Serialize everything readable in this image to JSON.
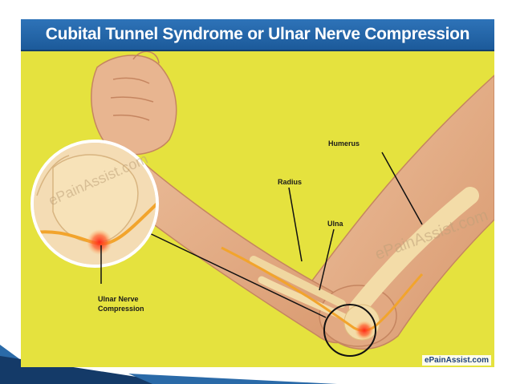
{
  "slide": {
    "title": "Cubital Tunnel Syndrome or Ulnar Nerve Compression"
  },
  "labels": {
    "humerus": "Humerus",
    "radius": "Radius",
    "ulna": "Ulna",
    "compression_line1": "Ulnar Nerve",
    "compression_line2": "Compression"
  },
  "watermarks": {
    "inset": "ePainAssist.com",
    "arm": "ePainAssist.com"
  },
  "credit": "ePainAssist.com",
  "colors": {
    "background": "#e5e23e",
    "skin": "#e6b08c",
    "bone": "#efd49a",
    "nerve": "#f2a42c",
    "compression": "#e5281e",
    "title_bar": "#1f5f9f"
  }
}
